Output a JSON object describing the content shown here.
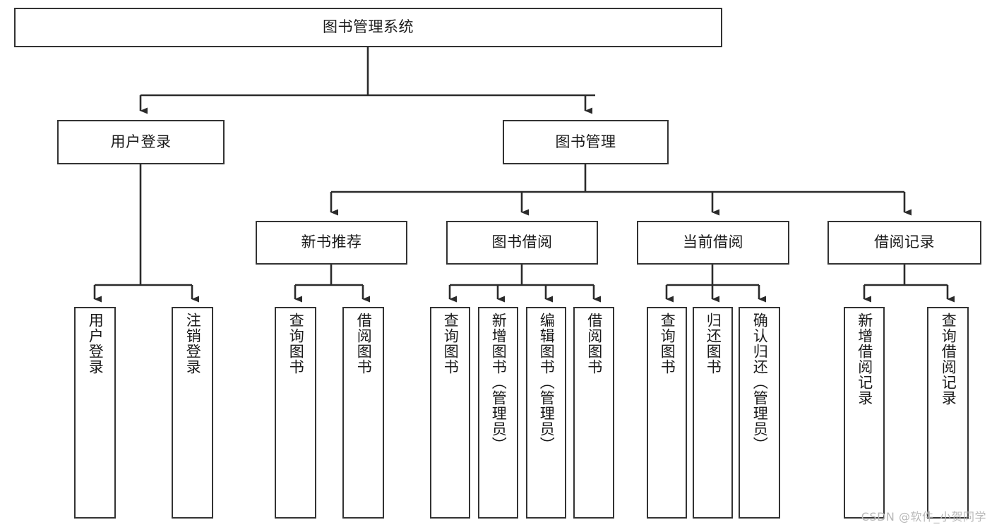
{
  "diagram": {
    "type": "tree-hierarchy",
    "title": "图书管理系统",
    "root": {
      "id": "root",
      "label": "图书管理系统",
      "level": 1
    },
    "level2": [
      {
        "id": "user-login",
        "label": "用户登录"
      },
      {
        "id": "book-manage",
        "label": "图书管理"
      }
    ],
    "level3": [
      {
        "id": "new-book-rec",
        "label": "新书推荐",
        "parent": "book-manage"
      },
      {
        "id": "book-borrow",
        "label": "图书借阅",
        "parent": "book-manage"
      },
      {
        "id": "current-borrow",
        "label": "当前借阅",
        "parent": "book-manage"
      },
      {
        "id": "borrow-record",
        "label": "借阅记录",
        "parent": "book-manage"
      }
    ],
    "leaves": [
      {
        "id": "leaf-user-login",
        "label": "用户登录",
        "parent": "user-login"
      },
      {
        "id": "leaf-user-logout",
        "label": "注销登录",
        "parent": "user-login"
      },
      {
        "id": "leaf-query-book-1",
        "label": "查询图书",
        "parent": "new-book-rec"
      },
      {
        "id": "leaf-borrow-book-1",
        "label": "借阅图书",
        "parent": "new-book-rec"
      },
      {
        "id": "leaf-query-book-2",
        "label": "查询图书",
        "parent": "book-borrow"
      },
      {
        "id": "leaf-add-book",
        "label": "新增图书（管理员）",
        "parent": "book-borrow"
      },
      {
        "id": "leaf-edit-book",
        "label": "编辑图书（管理员）",
        "parent": "book-borrow"
      },
      {
        "id": "leaf-borrow-book-2",
        "label": "借阅图书",
        "parent": "book-borrow"
      },
      {
        "id": "leaf-query-book-3",
        "label": "查询图书",
        "parent": "current-borrow"
      },
      {
        "id": "leaf-return-book",
        "label": "归还图书",
        "parent": "current-borrow"
      },
      {
        "id": "leaf-confirm-return",
        "label": "确认归还（管理员）",
        "parent": "current-borrow"
      },
      {
        "id": "leaf-add-record",
        "label": "新增借阅记录",
        "parent": "borrow-record"
      },
      {
        "id": "leaf-query-record",
        "label": "查询借阅记录",
        "parent": "borrow-record"
      }
    ]
  },
  "colors": {
    "border": "#333333",
    "background": "#ffffff",
    "text": "#1a1a1a",
    "watermark": "#b8b8b8"
  },
  "watermark": {
    "text": "CSDN @软件_小贺同学"
  }
}
